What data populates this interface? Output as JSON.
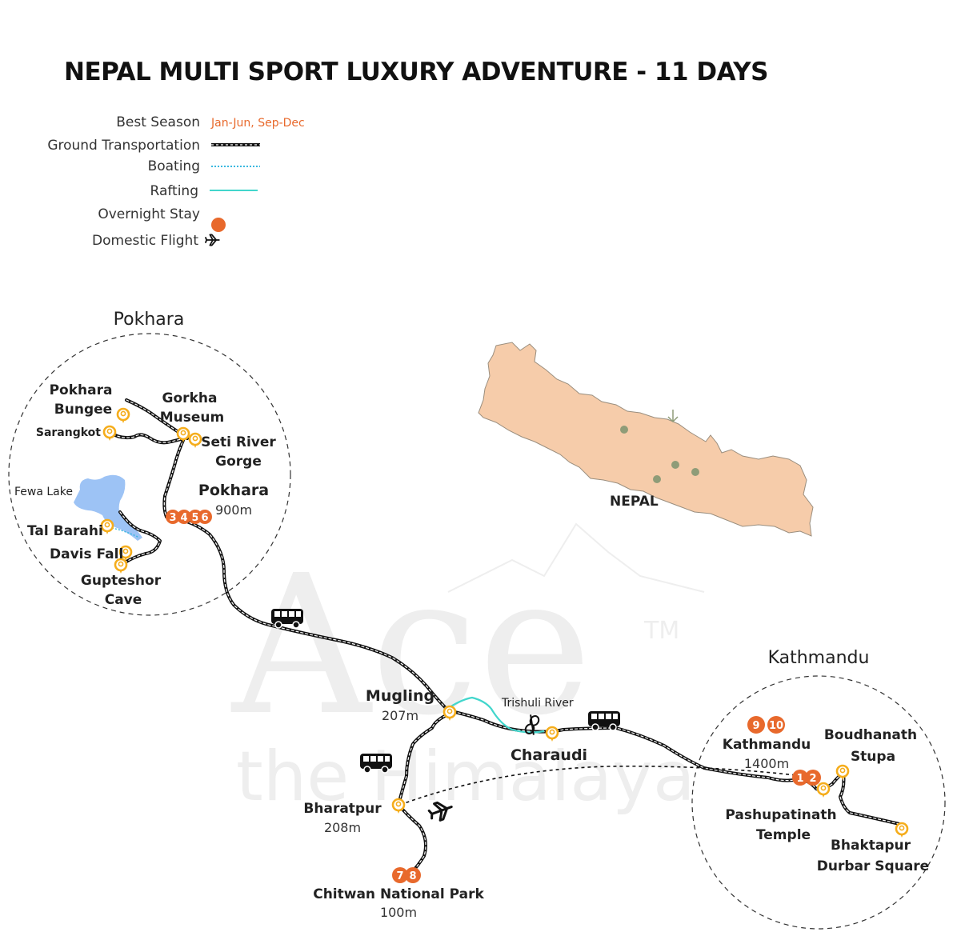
{
  "title": "NEPAL MULTI SPORT LUXURY ADVENTURE - 11 DAYS",
  "legend": {
    "best_season_label": "Best Season",
    "best_season_value": "Jan-Jun, Sep-Dec",
    "ground_transport": "Ground Transportation",
    "boating": "Boating",
    "rafting": "Rafting",
    "overnight_stay": "Overnight Stay",
    "domestic_flight": "Domestic Flight"
  },
  "colors": {
    "overnight": "#e8692c",
    "marker": "#f5ad1c",
    "rafting": "#42d6cc",
    "boating": "#3ab8e0",
    "lake": "#9dc3f5",
    "nepal_fill": "#f6ccaa",
    "nepal_stroke": "#9a8e7e",
    "nepal_dot": "#8f9c78",
    "route": "#111111"
  },
  "watermark": {
    "main": "Ace",
    "tm": "TM",
    "sub": "the Himalaya"
  },
  "regions": {
    "pokhara": "Pokhara",
    "kathmandu": "Kathmandu"
  },
  "places": {
    "pokhara_bungee_1": "Pokhara",
    "pokhara_bungee_2": "Bungee",
    "sarangkot": "Sarangkot",
    "gorkha_1": "Gorkha",
    "gorkha_2": "Museum",
    "seti_1": "Seti River",
    "seti_2": "Gorge",
    "pokhara_city": "Pokhara",
    "pokhara_elev": "900m",
    "fewa": "Fewa Lake",
    "tal_barahi": "Tal Barahi",
    "davis_fall": "Davis Fall",
    "gupteshor_1": "Gupteshor",
    "gupteshor_2": "Cave",
    "mugling": "Mugling",
    "mugling_elev": "207m",
    "trishuli": "Trishuli River",
    "charaudi": "Charaudi",
    "bharatpur": "Bharatpur",
    "bharatpur_elev": "208m",
    "chitwan": "Chitwan National Park",
    "chitwan_elev": "100m",
    "kathmandu_city": "Kathmandu",
    "kathmandu_elev": "1400m",
    "boudhanath_1": "Boudhanath",
    "boudhanath_2": "Stupa",
    "pashupatinath_1": "Pashupatinath",
    "pashupatinath_2": "Temple",
    "bhaktapur_1": "Bhaktapur",
    "bhaktapur_2": "Durbar Square",
    "nepal": "NEPAL"
  },
  "overnights": {
    "pokhara": [
      "3",
      "4",
      "5",
      "6"
    ],
    "chitwan": [
      "7",
      "8"
    ],
    "kathmandu_a": [
      "9",
      "10"
    ],
    "kathmandu_b": [
      "1",
      "2"
    ]
  }
}
